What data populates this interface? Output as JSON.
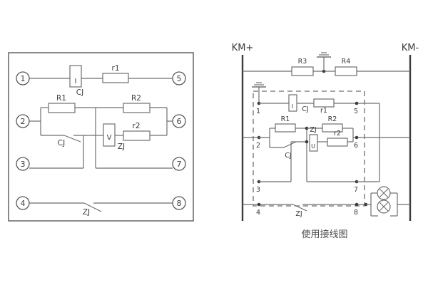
{
  "figure": {
    "caption": "使用接线图",
    "background": "#ffffff",
    "line_color": "#6e6e6e",
    "dark_line_color": "#3c3c3c",
    "text_color": "#3a3a3a"
  },
  "left_panel": {
    "title": "internal-schematic",
    "terminals_left": [
      "1",
      "2",
      "3",
      "4"
    ],
    "terminals_right": [
      "5",
      "6",
      "7",
      "8"
    ],
    "components": {
      "current_coil": {
        "symbol": "I",
        "device": "CJ"
      },
      "r1": "r1",
      "R1": "R1",
      "R2": "R2",
      "r2": "r2",
      "voltage_coil": {
        "symbol": "V",
        "device": "ZJ"
      },
      "cj_contact": "CJ",
      "zj_contact": "ZJ"
    }
  },
  "right_panel": {
    "title": "wiring-diagram",
    "bus_left": "KM+",
    "bus_right": "KM-",
    "series_resistors": [
      "R3",
      "R4"
    ],
    "ground_symbols": 2,
    "terminals_left": [
      "1",
      "2",
      "3",
      "4"
    ],
    "terminals_right": [
      "5",
      "6",
      "7",
      "8"
    ],
    "components": {
      "current_coil": {
        "symbol": "I",
        "device": "CJ"
      },
      "r1": "r1",
      "R1": "R1",
      "R2": "R2",
      "r2": "r2",
      "voltage_coil": {
        "symbol": "U",
        "device": "ZJ"
      },
      "cj_contact": "CJ",
      "zj_contact": "ZJ"
    },
    "lamps": [
      "lamp-upper",
      "lamp-lower"
    ]
  }
}
